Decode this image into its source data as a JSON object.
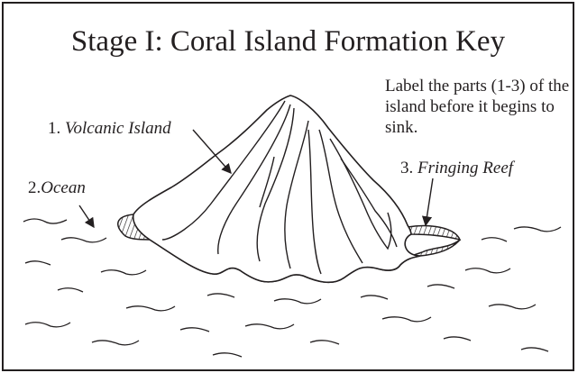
{
  "title": "Stage I: Coral Island Formation Key",
  "instruction": "Label the parts (1-3) of the island before it begins to sink.",
  "labels": [
    {
      "number": "1.",
      "term": "Volcanic Island"
    },
    {
      "number": "2.",
      "term": "Ocean"
    },
    {
      "number": "3.",
      "term": "Fringing Reef"
    }
  ],
  "colors": {
    "ink": "#231f20",
    "background": "#ffffff"
  }
}
